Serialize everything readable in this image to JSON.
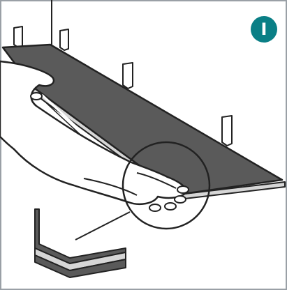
{
  "step": {
    "label": "I",
    "badge_color": "#0a7f86"
  },
  "colors": {
    "plank": "#5a5a5a",
    "plank_edge": "#d6d6d6",
    "outline": "#222222",
    "frame": "#9aa0a6"
  },
  "icons": {
    "step_badge": "step-number-badge",
    "plank": "laminate-plank",
    "hand": "hand",
    "spacers": "wall-spacer-wedges",
    "detail": "magnifier-circle",
    "edge_detail": "plank-edge-detail"
  }
}
